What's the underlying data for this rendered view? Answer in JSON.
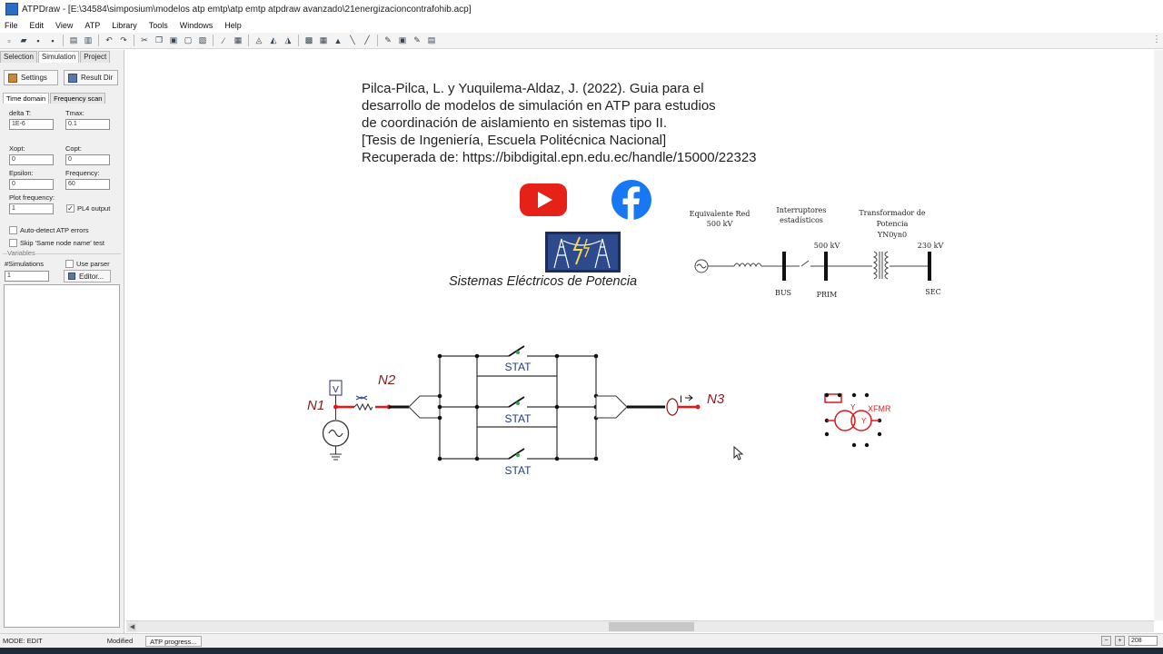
{
  "window": {
    "title": "ATPDraw - [E:\\34584\\simposium\\modelos atp emtp\\atp emtp atpdraw avanzado\\21energizacioncontrafohib.acp]"
  },
  "menu": [
    "File",
    "Edit",
    "View",
    "ATP",
    "Library",
    "Tools",
    "Windows",
    "Help"
  ],
  "panel": {
    "tabs": [
      "Selection",
      "Simulation",
      "Project"
    ],
    "settings_label": "Settings",
    "resultdir_label": "Result Dir",
    "subtabs": [
      "Time domain",
      "Frequency scan"
    ],
    "delta_t_label": "delta T:",
    "delta_t": "1E-6",
    "tmax_label": "Tmax:",
    "tmax": "0.1",
    "xopt_label": "Xopt:",
    "xopt": "0",
    "copt_label": "Copt:",
    "copt": "0",
    "epsilon_label": "Epsilon:",
    "epsilon": "0",
    "frequency_label": "Frequency:",
    "frequency": "60",
    "plotfreq_label": "Plot frequency:",
    "plotfreq": "1",
    "pl4_label": "PL4 output",
    "pl4_checked": true,
    "autodetect_label": "Auto-detect ATP errors",
    "skip_label": "Skip 'Same node name' test",
    "variables_label": "Variables",
    "simulations_label": "#Simulations",
    "simulations": "1",
    "useparser_label": "Use parser",
    "editor_label": "Editor..."
  },
  "reference": {
    "line1": "Pilca-Pilca, L. y Yuquilema-Aldaz, J. (2022). Guia para el",
    "line2": "desarrollo de modelos de simulación en ATP para estudios",
    "line3": "de coordinación de aislamiento en sistemas tipo II.",
    "line4": "[Tesis de Ingeniería, Escuela Politécnica Nacional]",
    "line5": "Recuperada de: https://bibdigital.epn.edu.ec/handle/15000/22323"
  },
  "brand": {
    "name": "Sistemas Eléctricos de Potencia"
  },
  "oneline": {
    "equiv_red": "Equivalente Red",
    "equiv_kv": "500 kV",
    "interruptores": "Interruptores",
    "estadisticos": "estadísticos",
    "transformador": "Transformador de",
    "potencia": "Potencia",
    "conexion": "YN0yn0",
    "prim_kv": "500 kV",
    "sec_kv": "230 kV",
    "bus": "BUS",
    "prim": "PRIM",
    "sec": "SEC"
  },
  "circuit": {
    "n1": "N1",
    "n2": "N2",
    "n3": "N3",
    "source_v": "V",
    "stat1": "STAT",
    "stat2": "STAT",
    "stat3": "STAT",
    "probe": "I",
    "xfmr": "XFMR",
    "y1": "Y",
    "y2": "Y"
  },
  "status": {
    "mode": "MODE: EDIT",
    "modified": "Modified",
    "atp_progress": "ATP progress...",
    "zoom": "208"
  },
  "colors": {
    "youtube": "#e62117",
    "facebook": "#1877f2",
    "node_red": "#e01919",
    "stat_blue": "#1f3a8a"
  }
}
